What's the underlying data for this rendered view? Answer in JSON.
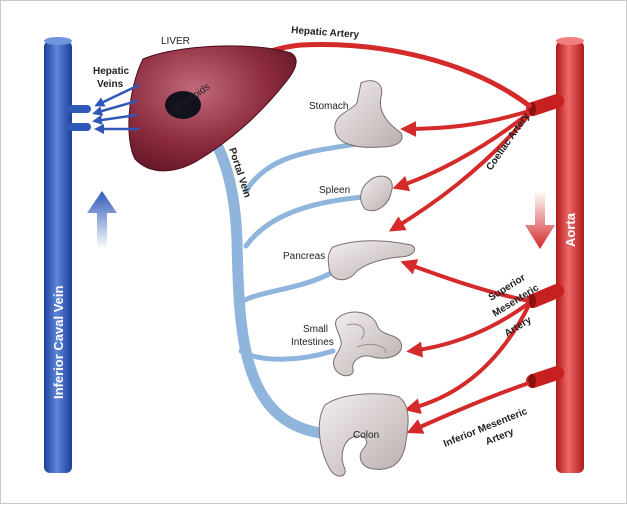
{
  "labels": {
    "liver": "LIVER",
    "sinusoids": "Sinusoids",
    "hepatic_veins_1": "Hepatic",
    "hepatic_veins_2": "Veins",
    "hepatic_artery": "Hepatic Artery",
    "portal_vein": "Portal Vein",
    "inferior_caval_vein": "Inferior Caval Vein",
    "aorta": "Aorta",
    "coeliac_artery": "Coeliac Artery",
    "stomach": "Stomach",
    "spleen": "Spleen",
    "pancreas": "Pancreas",
    "small_intestines_1": "Small",
    "small_intestines_2": "Intestines",
    "colon": "Colon",
    "superior_mesenteric_1": "Superior",
    "superior_mesenteric_2": "Mesenteric",
    "superior_mesenteric_3": "Artery",
    "inferior_mesenteric_1": "Inferior Mesenteric",
    "inferior_mesenteric_2": "Artery"
  },
  "colors": {
    "vein_blue": "#2f58b8",
    "artery_red": "#d42a2a",
    "portal_blue": "#8fb5dc",
    "liver": "#8a2a3c",
    "organ": "#e2dcdc"
  }
}
